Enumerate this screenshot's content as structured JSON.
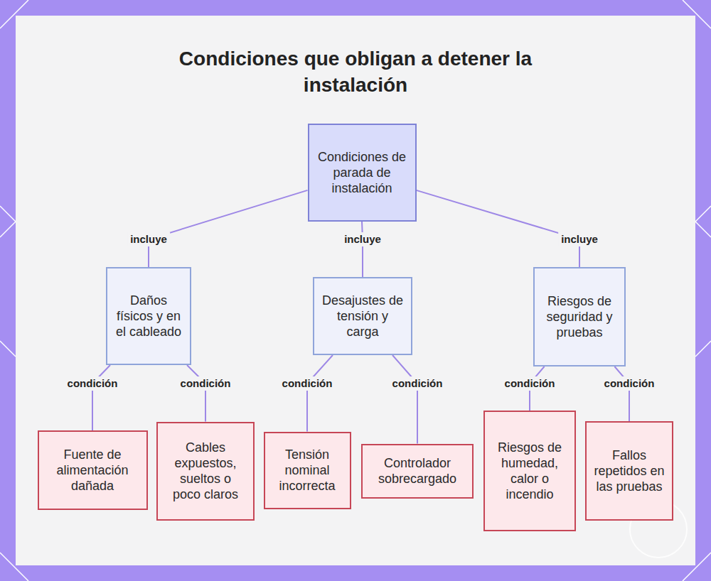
{
  "diagram": {
    "title": "Condiciones que obligan a detener la instalación",
    "nodes": [
      {
        "text": [
          "Condiciones de parada de instalación"
        ]
      },
      {
        "text": [
          "Daños físicos y en el cableado"
        ]
      },
      {
        "text": [
          "Desajustes de tensión y carga"
        ]
      },
      {
        "text": [
          "Riesgos de seguridad y pruebas"
        ]
      },
      {
        "text": [
          "Fuente de alimentación dañada"
        ]
      },
      {
        "text": [
          "Cables expuestos, sueltos o poco claros"
        ]
      },
      {
        "text": [
          "Tensión nominal incorrecta"
        ]
      },
      {
        "text": [
          "Controlador sobrecargado"
        ]
      },
      {
        "text": [
          "Riesgos de humedad, calor o incendio"
        ]
      },
      {
        "text": [
          "Fallos repetidos en las pruebas"
        ]
      }
    ],
    "edges": [
      {
        "from": 0,
        "to": 1,
        "label": "incluye",
        "arrow": "none"
      },
      {
        "from": 0,
        "to": 2,
        "label": "incluye",
        "arrow": "none"
      },
      {
        "from": 0,
        "to": 3,
        "label": "incluye",
        "arrow": "none"
      },
      {
        "from": 1,
        "to": 4,
        "label": "condición",
        "arrow": "none"
      },
      {
        "from": 1,
        "to": 5,
        "label": "condición",
        "arrow": "none"
      },
      {
        "from": 2,
        "to": 6,
        "label": "condición",
        "arrow": "none"
      },
      {
        "from": 2,
        "to": 7,
        "label": "condición",
        "arrow": "none"
      },
      {
        "from": 3,
        "to": 8,
        "label": "condición",
        "arrow": "none"
      },
      {
        "from": 3,
        "to": 9,
        "label": "condición",
        "arrow": "none"
      }
    ]
  }
}
